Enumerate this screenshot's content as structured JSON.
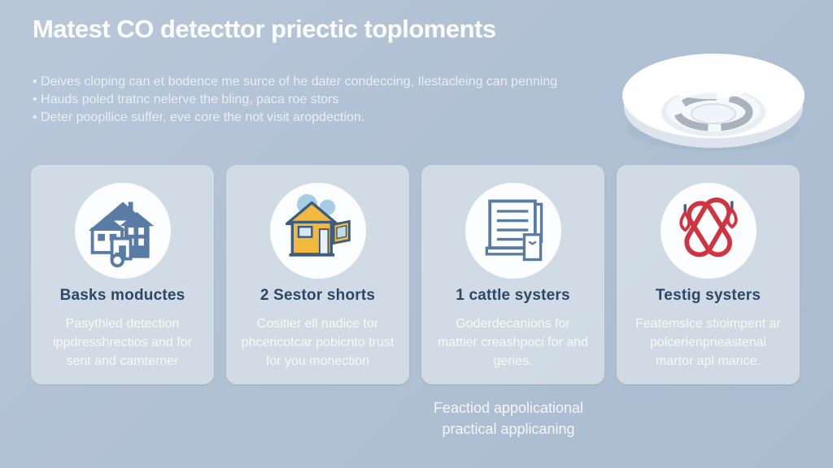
{
  "title": "Matest CO detecttor priectic toploments",
  "bullets": [
    "Deives cloping can et bodence me surce of he dater condeccing, Ilestacleing can penning",
    "Hauds poled tratnc nelerve the bling, paca roe stors",
    "Deter poopllice suffer, eve core the not visit aropdection."
  ],
  "detector": {
    "icon": "co-detector-photo"
  },
  "cards": [
    {
      "icon": "houses-icon",
      "title": "Basks moductes",
      "body": "Pasythied detection ippdresshrectios and for sent and camterner"
    },
    {
      "icon": "yellow-house-icon",
      "title": "2 Sestor shorts",
      "body": "Cositier ell nadice tor phcericotcar pobicnto trust for you monection"
    },
    {
      "icon": "document-checklist-icon",
      "title": "1 cattle systers",
      "body": "Goderdecanions for mattier creashpoci for and geries."
    },
    {
      "icon": "test-ribbon-icon",
      "title": "Testig systers",
      "body": "Featemslce stioimpent ar polcerienprieastenal martor apl marice."
    }
  ],
  "footer": {
    "line1": "Feactiod appolicational",
    "line2": "practical applicaning"
  },
  "colors": {
    "background": "#b1c1d4",
    "card": "#d7e0e9",
    "card_title": "#2d4766",
    "body_text": "#ffffff",
    "icon_blue": "#5a7ca4",
    "icon_yellow": "#f2b93e",
    "icon_outline_navy": "#3c5d7d",
    "icon_red": "#cf3440",
    "cloud_blue": "#a6cde3"
  }
}
